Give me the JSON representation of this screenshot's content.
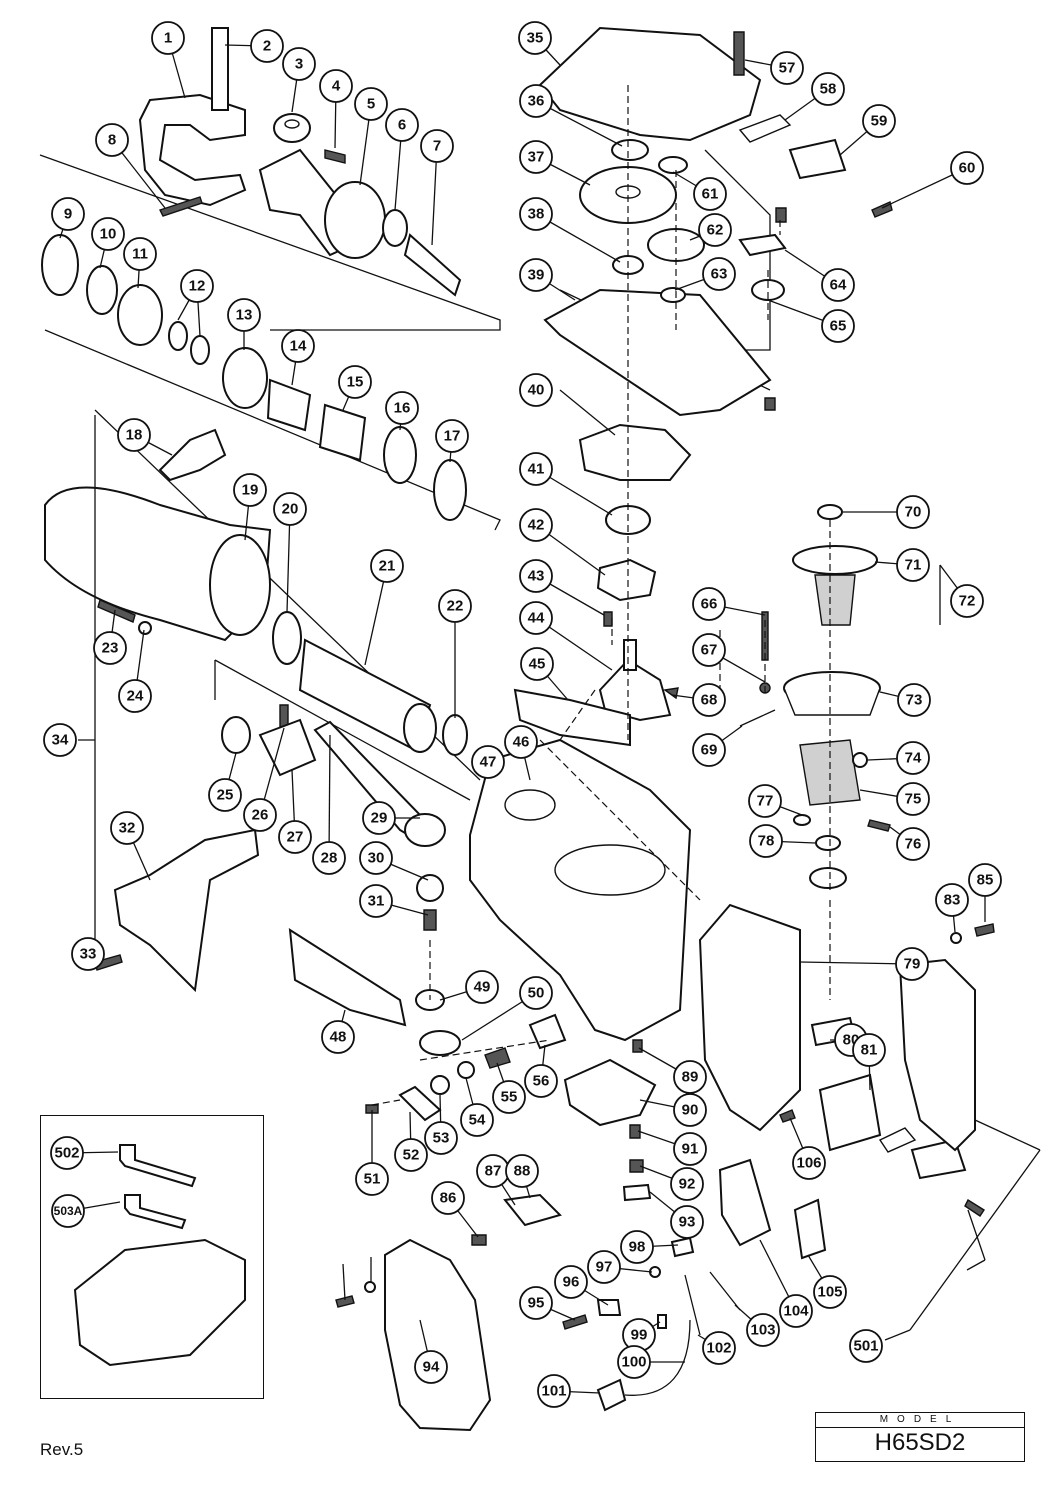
{
  "revision": "Rev.5",
  "model": {
    "label": "MODEL",
    "value": "H65SD2"
  },
  "parts": [
    "1",
    "2",
    "3",
    "4",
    "5",
    "6",
    "7",
    "8",
    "9",
    "10",
    "11",
    "12",
    "13",
    "14",
    "15",
    "16",
    "17",
    "18",
    "19",
    "20",
    "21",
    "22",
    "23",
    "24",
    "25",
    "26",
    "27",
    "28",
    "29",
    "30",
    "31",
    "32",
    "33",
    "34",
    "35",
    "36",
    "37",
    "38",
    "39",
    "40",
    "41",
    "42",
    "43",
    "44",
    "45",
    "46",
    "47",
    "48",
    "49",
    "50",
    "51",
    "52",
    "53",
    "54",
    "55",
    "56",
    "57",
    "58",
    "59",
    "60",
    "61",
    "62",
    "63",
    "64",
    "65",
    "66",
    "67",
    "68",
    "69",
    "70",
    "71",
    "72",
    "73",
    "74",
    "75",
    "76",
    "77",
    "78",
    "79",
    "80",
    "81",
    "83",
    "85",
    "86",
    "87",
    "88",
    "89",
    "90",
    "91",
    "92",
    "93",
    "94",
    "95",
    "96",
    "97",
    "98",
    "99",
    "100",
    "101",
    "102",
    "103",
    "104",
    "105",
    "106",
    "501",
    "502",
    "503A"
  ]
}
